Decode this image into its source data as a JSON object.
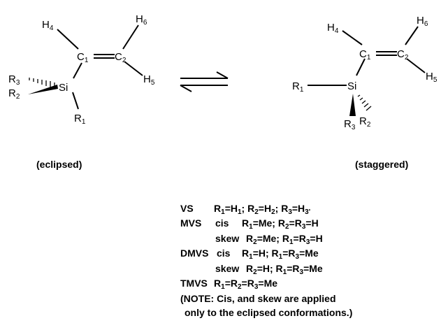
{
  "eclipsed": {
    "h4": "H",
    "h4_sub": "4",
    "h6": "H",
    "h6_sub": "6",
    "c1": "C",
    "c1_sub": "1",
    "c2": "C",
    "c2_sub": "2",
    "h5": "H",
    "h5_sub": "5",
    "r3": "R",
    "r3_sub": "3",
    "r2": "R",
    "r2_sub": "2",
    "si": "Si",
    "r1": "R",
    "r1_sub": "1",
    "label": "(eclipsed)"
  },
  "staggered": {
    "h4": "H",
    "h4_sub": "4",
    "h6": "H",
    "h6_sub": "6",
    "c1": "C",
    "c1_sub": "1",
    "c2": "C",
    "c2_sub": "2",
    "h5": "H",
    "h5_sub": "5",
    "r1": "R",
    "r1_sub": "1",
    "si": "Si",
    "r3": "R",
    "r3_sub": "3",
    "r2": "R",
    "r2_sub": "2",
    "label": "(staggered)"
  },
  "legend": {
    "vs": {
      "name": "VS",
      "r1": "R",
      "r1_sub": "1",
      "r1_eq": "=H",
      "r1_val_sub": "1",
      "r2": "; R",
      "r2_sub": "2",
      "r2_eq": "=H",
      "r2_val_sub": "2",
      "r3": "; R",
      "r3_sub": "3",
      "r3_eq": "=H",
      "r3_val_sub": "3'"
    },
    "mvs_cis": {
      "name": "MVS",
      "mode": "cis",
      "p1": "R",
      "p1_sub": "1",
      "p2": "=Me; R",
      "p2_sub": "2",
      "p3": "=R",
      "p3_sub": "3",
      "p4": "=H"
    },
    "mvs_skew": {
      "mode": "skew",
      "p1": "R",
      "p1_sub": "2",
      "p2": "=Me; R",
      "p2_sub": "1",
      "p3": "=R",
      "p3_sub": "3",
      "p4": "=H"
    },
    "dmvs_cis": {
      "name": "DMVS",
      "mode": "cis",
      "p1": "R",
      "p1_sub": "1",
      "p2": "=H; R",
      "p2_sub": "1",
      "p3": "=R",
      "p3_sub": "3",
      "p4": "=Me"
    },
    "dmvs_skew": {
      "mode": "skew",
      "p1": "R",
      "p1_sub": "2",
      "p2": "=H; R",
      "p2_sub": "1",
      "p3": "=R",
      "p3_sub": "3",
      "p4": "=Me"
    },
    "tmvs": {
      "name": "TMVS",
      "p1": "R",
      "p1_sub": "1",
      "p2": "=R",
      "p2_sub": "2",
      "p3": "=R",
      "p3_sub": "3",
      "p4": "=Me"
    },
    "note1": "(NOTE: Cis, and skew are applied",
    "note2": "only to the eclipsed conformations.)"
  }
}
